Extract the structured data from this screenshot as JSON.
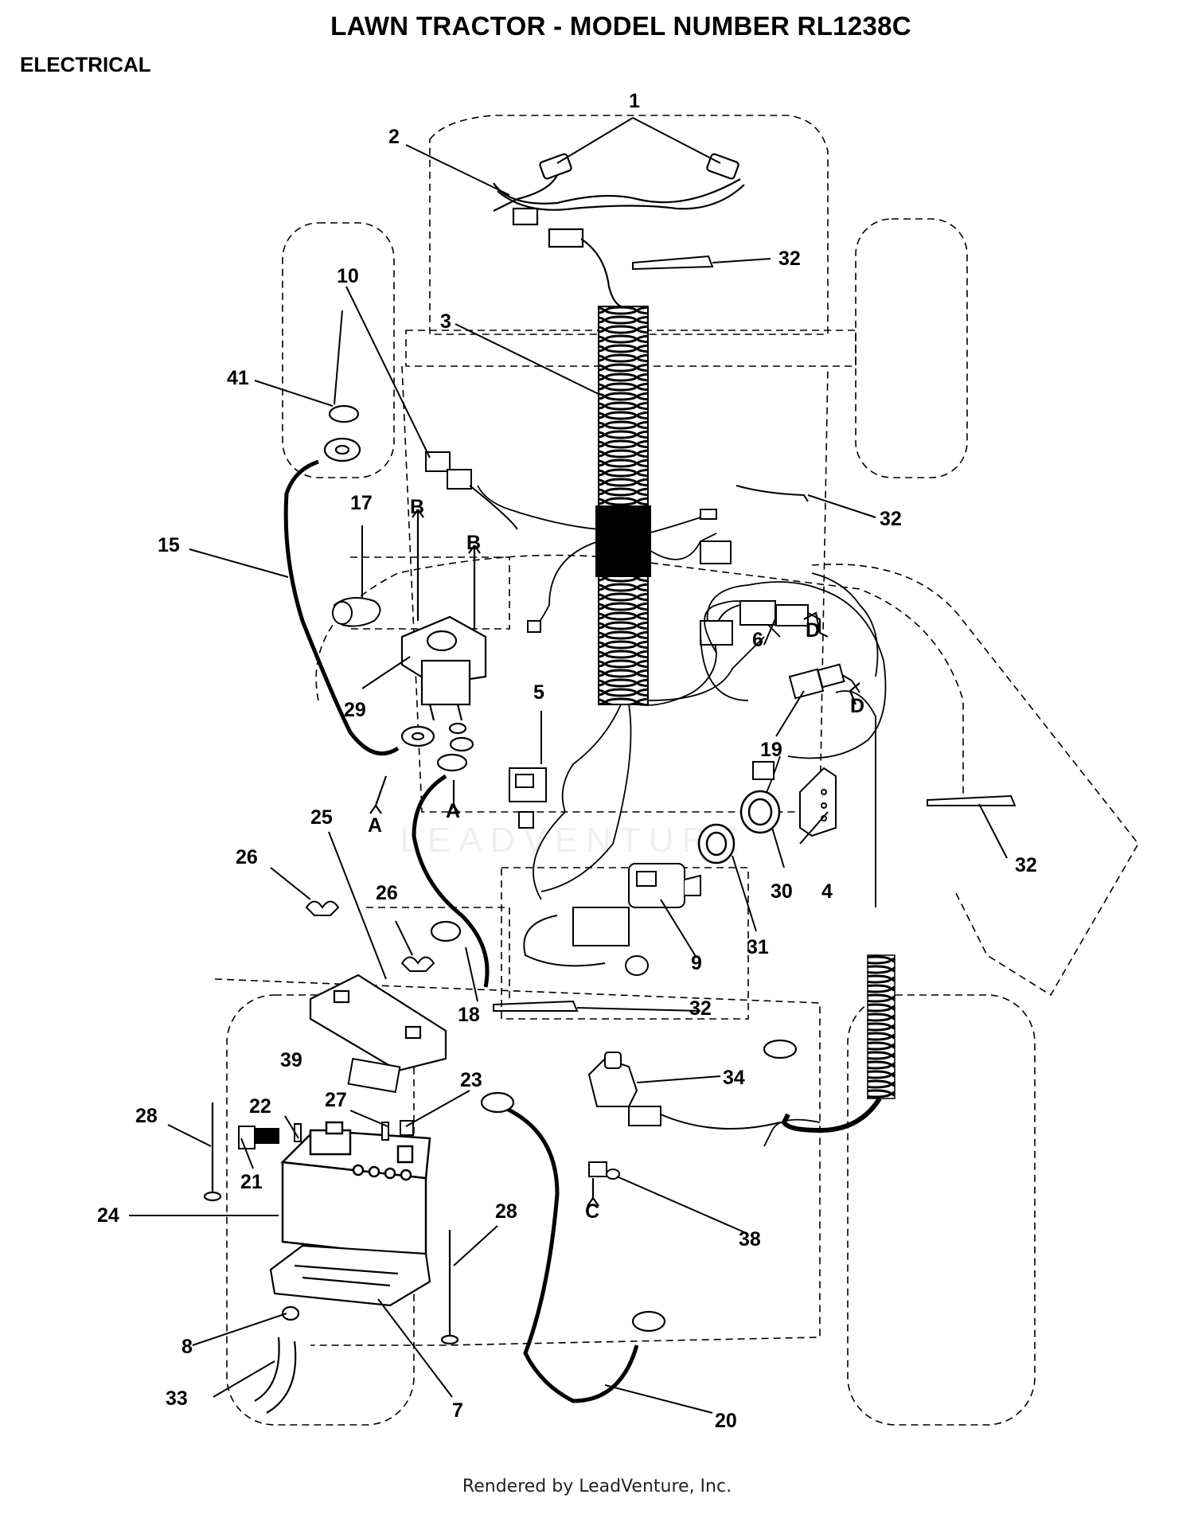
{
  "header": {
    "title": "LAWN TRACTOR - MODEL NUMBER RL1238C",
    "section": "ELECTRICAL"
  },
  "footer": {
    "text": "Rendered by LeadVenture, Inc."
  },
  "watermark": {
    "text": "LEADVENTURE"
  },
  "callouts": {
    "c1": "1",
    "c2": "2",
    "c3": "3",
    "c4": "4",
    "c5": "5",
    "c6": "6",
    "c7": "7",
    "c8": "8",
    "c9": "9",
    "c10": "10",
    "c15": "15",
    "c17": "17",
    "c18": "18",
    "c19": "19",
    "c20": "20",
    "c21": "21",
    "c22": "22",
    "c23": "23",
    "c24": "24",
    "c25": "25",
    "c26a": "26",
    "c26b": "26",
    "c27": "27",
    "c28a": "28",
    "c28b": "28",
    "c29": "29",
    "c30": "30",
    "c31": "31",
    "c32a": "32",
    "c32b": "32",
    "c32c": "32",
    "c32d": "32",
    "c33": "33",
    "c34": "34",
    "c38": "38",
    "c39": "39",
    "c41": "41"
  },
  "connection_markers": {
    "a1": "A",
    "a2": "A",
    "b1": "B",
    "b2": "B",
    "c1": "C",
    "d1": "D",
    "d2": "D"
  }
}
